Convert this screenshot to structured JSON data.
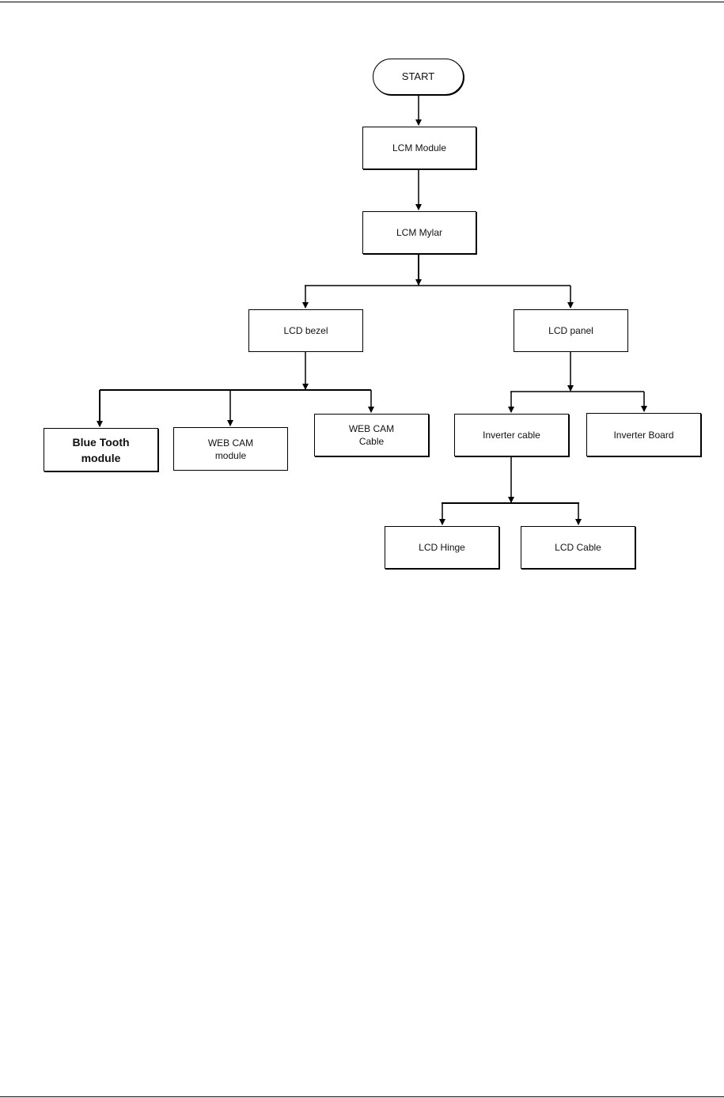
{
  "nodes": {
    "start": "START",
    "lcm_module": "LCM Module",
    "lcm_mylar": "LCM Mylar",
    "lcd_bezel": "LCD bezel",
    "lcd_panel": "LCD panel",
    "blue_tooth_module": "Blue Tooth\nmodule",
    "web_cam_module": "WEB CAM\nmodule",
    "web_cam_cable": "WEB CAM\nCable",
    "inverter_cable": "Inverter cable",
    "inverter_board": "Inverter Board",
    "lcd_hinge": "LCD Hinge",
    "lcd_cable": "LCD Cable"
  },
  "edges": [
    [
      "start",
      "lcm_module"
    ],
    [
      "lcm_module",
      "lcm_mylar"
    ],
    [
      "lcm_mylar",
      "lcd_bezel"
    ],
    [
      "lcm_mylar",
      "lcd_panel"
    ],
    [
      "lcd_bezel",
      "blue_tooth_module"
    ],
    [
      "lcd_bezel",
      "web_cam_module"
    ],
    [
      "lcd_bezel",
      "web_cam_cable"
    ],
    [
      "lcd_panel",
      "inverter_cable"
    ],
    [
      "lcd_panel",
      "inverter_board"
    ],
    [
      "inverter_cable",
      "lcd_hinge"
    ],
    [
      "inverter_cable",
      "lcd_cable"
    ]
  ],
  "colors": {
    "line": "#000000",
    "box_fill": "#ffffff",
    "text": "#111111"
  }
}
